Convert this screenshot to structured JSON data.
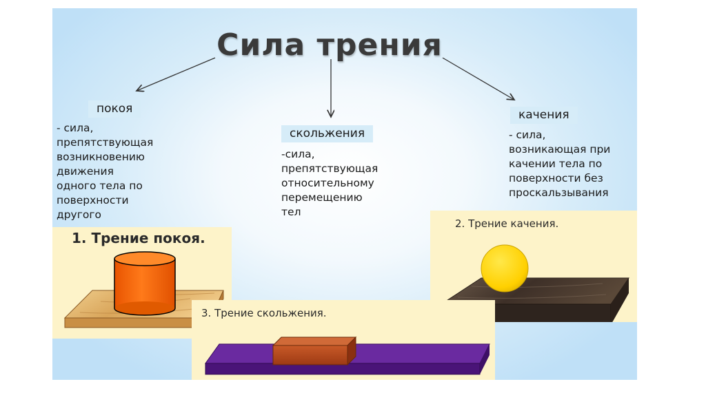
{
  "title": "Сила трения",
  "static": {
    "label": "покоя",
    "lines": [
      "- сила,",
      "препятствующая",
      "возникновению",
      "движения",
      "одного тела по",
      "поверхности",
      "другого"
    ]
  },
  "sliding": {
    "label": "скольжения",
    "lines": [
      "-сила,",
      "препятствующая",
      "относительному",
      "перемещению",
      "тел"
    ]
  },
  "rolling": {
    "label": "качения",
    "lines": [
      "- сила,",
      "возникающая при",
      "качении тела по",
      "поверхности без",
      "проскальзывания"
    ]
  },
  "pictures": {
    "static_caption": "1. Трение покоя.",
    "rolling_caption": "2. Трение качения.",
    "sliding_caption": "3. Трение скольжения."
  },
  "colors": {
    "cylinder": "#ff6a00",
    "ball": "#ffd200",
    "brick": "#b5481f",
    "purple_board": "#5a1e8c",
    "wood_light": "#e0b26a",
    "wood_dark": "#4a3a30"
  }
}
